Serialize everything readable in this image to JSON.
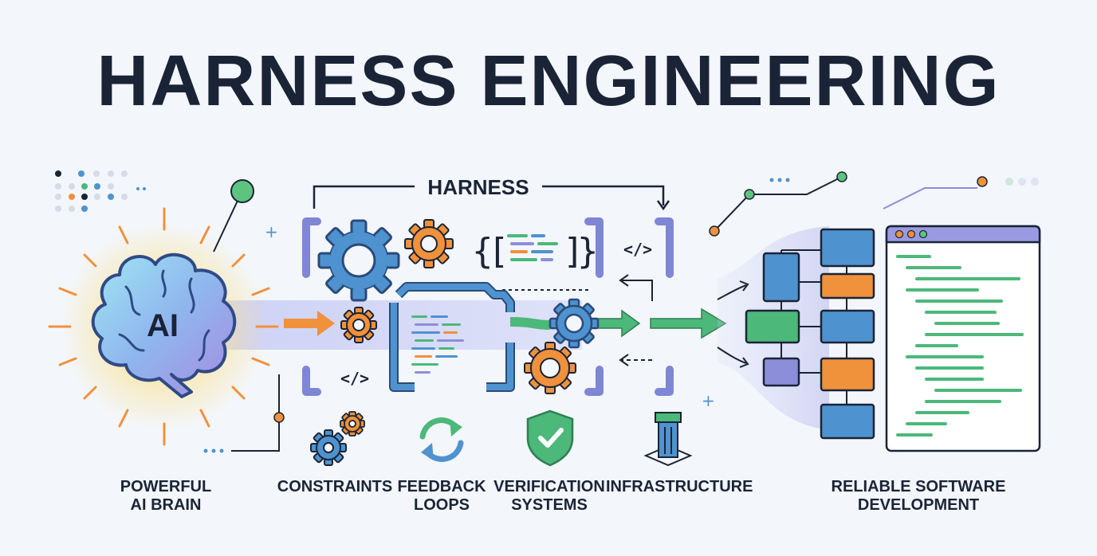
{
  "title": "HARNESS ENGINEERING",
  "harness_label": "HARNESS",
  "brain": {
    "badge": "AI",
    "label": "POWERFUL\nAI BRAIN"
  },
  "code_tag": "</>",
  "components": [
    {
      "label": "CONSTRAINTS",
      "icon": "gears-icon"
    },
    {
      "label": "FEEDBACK\nLOOPS",
      "icon": "refresh-loop-icon"
    },
    {
      "label": "VERIFICATION\nSYSTEMS",
      "icon": "shield-check-icon"
    },
    {
      "label": "INFRASTRUCTURE",
      "icon": "server-stack-icon"
    }
  ],
  "output": {
    "label": "RELIABLE SOFTWARE\nDEVELOPMENT"
  },
  "colors": {
    "navy": "#1a2436",
    "blue": "#4e93cf",
    "orange": "#f0913c",
    "green": "#4cb87a",
    "purple": "#8c8ed9",
    "yellow": "#f6d26a",
    "bracket": "#7f86d4"
  }
}
